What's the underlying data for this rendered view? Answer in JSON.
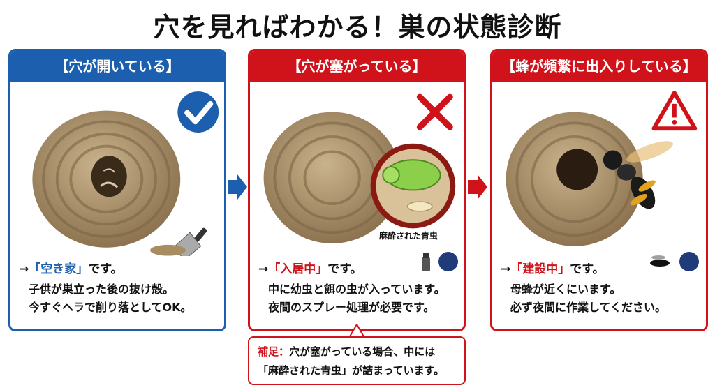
{
  "title": "穴を見ればわかる！巣の状態診断",
  "panels": [
    {
      "heading": "【穴が開いている】",
      "status_prefix": "→",
      "status_keyword": "「空き家」",
      "status_suffix": "です。",
      "lines": [
        "子供が巣立った後の抜け殻。",
        "今すぐヘラで削り落としてOK。"
      ],
      "icon": "check-icon"
    },
    {
      "heading": "【穴が塞がっている】",
      "status_prefix": "→",
      "status_keyword": "「入居中」",
      "status_suffix": "です。",
      "lines": [
        "中に幼虫と餌の虫が入っています。",
        "夜間のスプレー処理が必要です。"
      ],
      "icon": "cross-icon",
      "inset_caption": "麻酔された青虫"
    },
    {
      "heading": "【蜂が頻繁に出入りしている】",
      "status_prefix": "→",
      "status_keyword": "「建設中」",
      "status_suffix": "です。",
      "lines": [
        "母蜂が近くにいます。",
        "必ず夜間に作業してください。"
      ],
      "icon": "warning-icon"
    }
  ],
  "note": {
    "label": "補足：",
    "line1": "穴が塞がっている場合、中には",
    "line2": "「麻酔された青虫」が詰まっています。"
  },
  "colors": {
    "blue": "#1b5fae",
    "red": "#d0121b",
    "nest": "#b39a74"
  }
}
